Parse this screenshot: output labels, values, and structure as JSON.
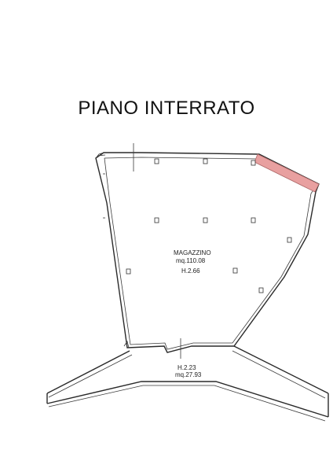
{
  "plan": {
    "title": "PIANO INTERRATO",
    "room_main": {
      "name": "MAGAZZINO",
      "area": "mq.110.08",
      "height": "H.2.66"
    },
    "room_lower": {
      "height": "H.2.23",
      "area": "mq.27.93"
    },
    "colors": {
      "highlight": "#e8a0a0",
      "line": "#2a2a2a"
    }
  }
}
